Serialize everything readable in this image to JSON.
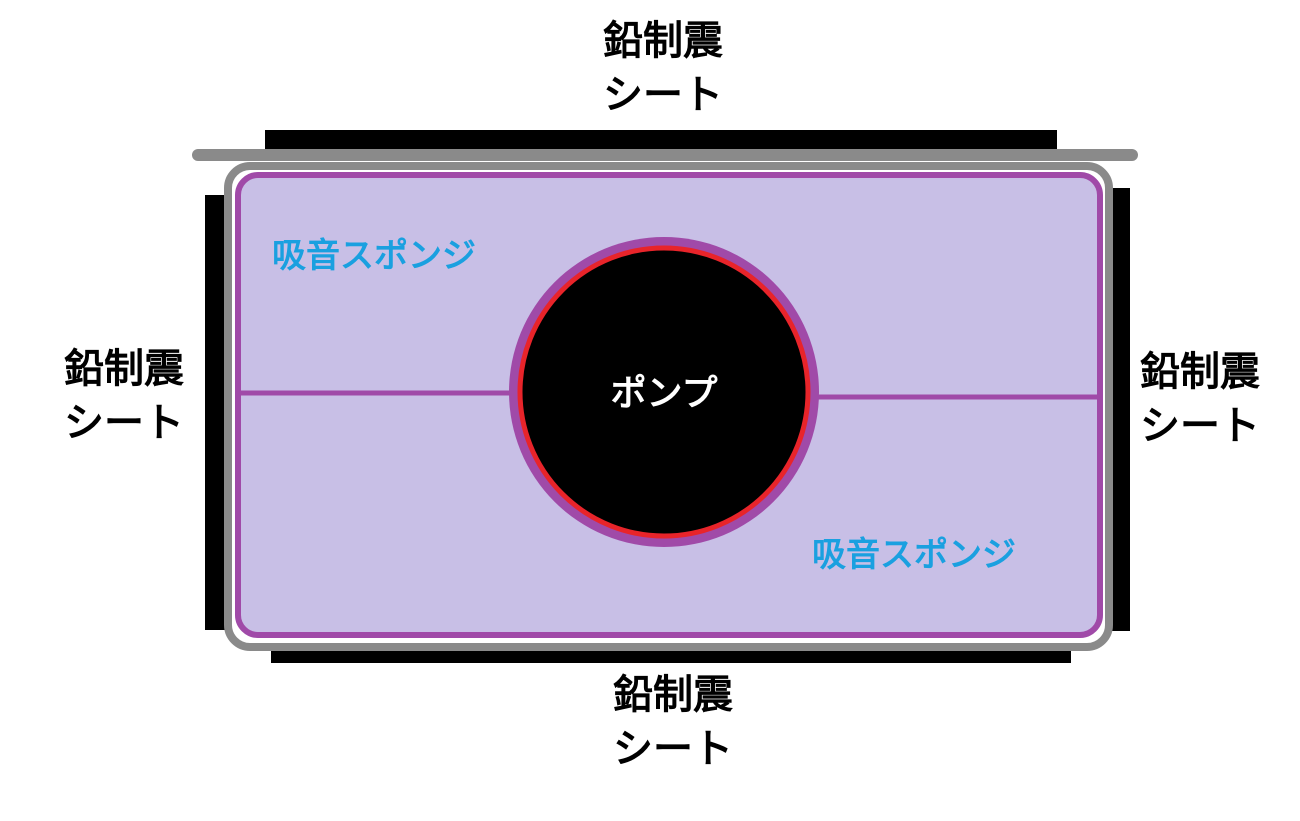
{
  "colors": {
    "lead_sheet": "#000000",
    "enclosure": "#8a8a8a",
    "sponge_fill": "#c8bfe6",
    "sponge_border": "#a04aa8",
    "pump_fill": "#000000",
    "pump_ring": "#e8242a",
    "pump_outer_ring": "#a04aa8",
    "sponge_text": "#1aa0e0",
    "label_text": "#000000",
    "pump_text": "#ffffff"
  },
  "labels": {
    "lead_top": {
      "line1": "鉛制震",
      "line2": "シート"
    },
    "lead_left": {
      "line1": "鉛制震",
      "line2": "シート"
    },
    "lead_right": {
      "line1": "鉛制震",
      "line2": "シート"
    },
    "lead_bottom": {
      "line1": "鉛制震",
      "line2": "シート"
    },
    "sponge_upper": "吸音スポンジ",
    "sponge_lower": "吸音スポンジ",
    "pump": "ポンプ"
  }
}
